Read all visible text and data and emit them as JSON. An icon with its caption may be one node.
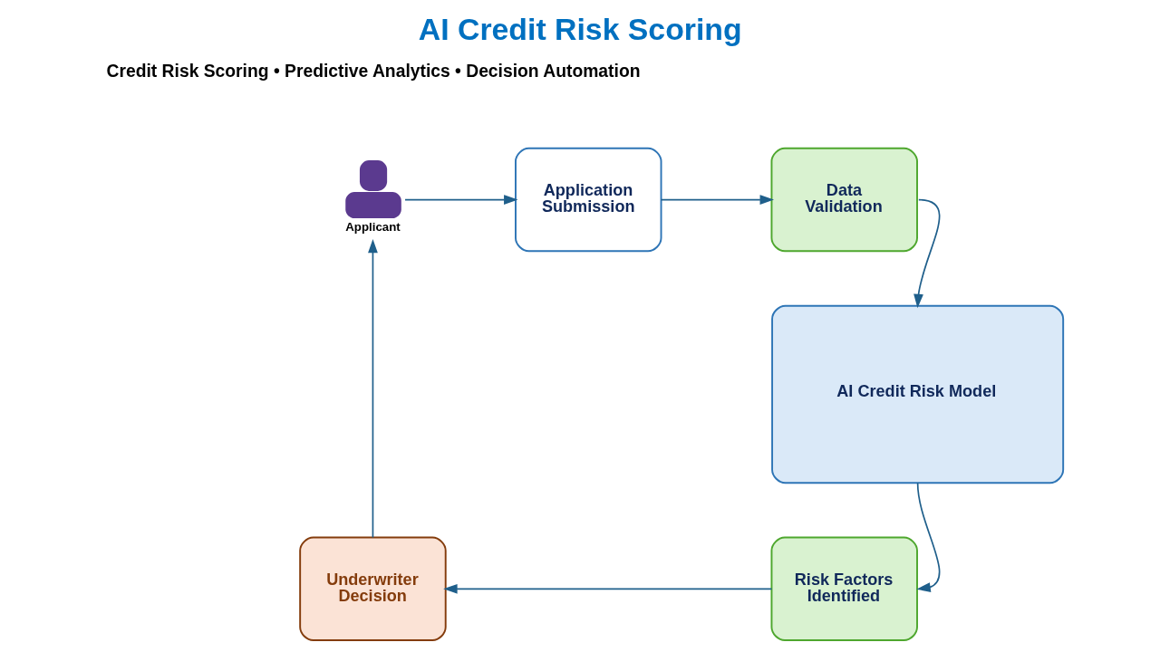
{
  "diagram": {
    "title": "AI Credit Risk Scoring",
    "nodes": [
      {
        "text": [],
        "shape": "person",
        "beside": [
          "Applicant"
        ]
      },
      {
        "text": [
          "Application Submission"
        ]
      },
      {
        "text": [
          "Data Validation"
        ]
      },
      {
        "text": [
          "AI Credit Risk Model"
        ]
      },
      {
        "text": [
          "Risk Factors Identified"
        ]
      },
      {
        "text": [
          "Underwriter Decision"
        ]
      }
    ],
    "edges": [
      {
        "from": 0,
        "to": 1,
        "arrow": "to"
      },
      {
        "from": 1,
        "to": 2,
        "arrow": "to"
      },
      {
        "from": 2,
        "to": 3,
        "arrow": "to"
      },
      {
        "from": 3,
        "to": 4,
        "arrow": "to"
      },
      {
        "from": 4,
        "to": 5,
        "arrow": "to"
      },
      {
        "from": 5,
        "to": 0,
        "arrow": "to"
      }
    ],
    "labels": [
      "Credit Risk Scoring • Predictive Analytics • Decision Automation"
    ]
  }
}
